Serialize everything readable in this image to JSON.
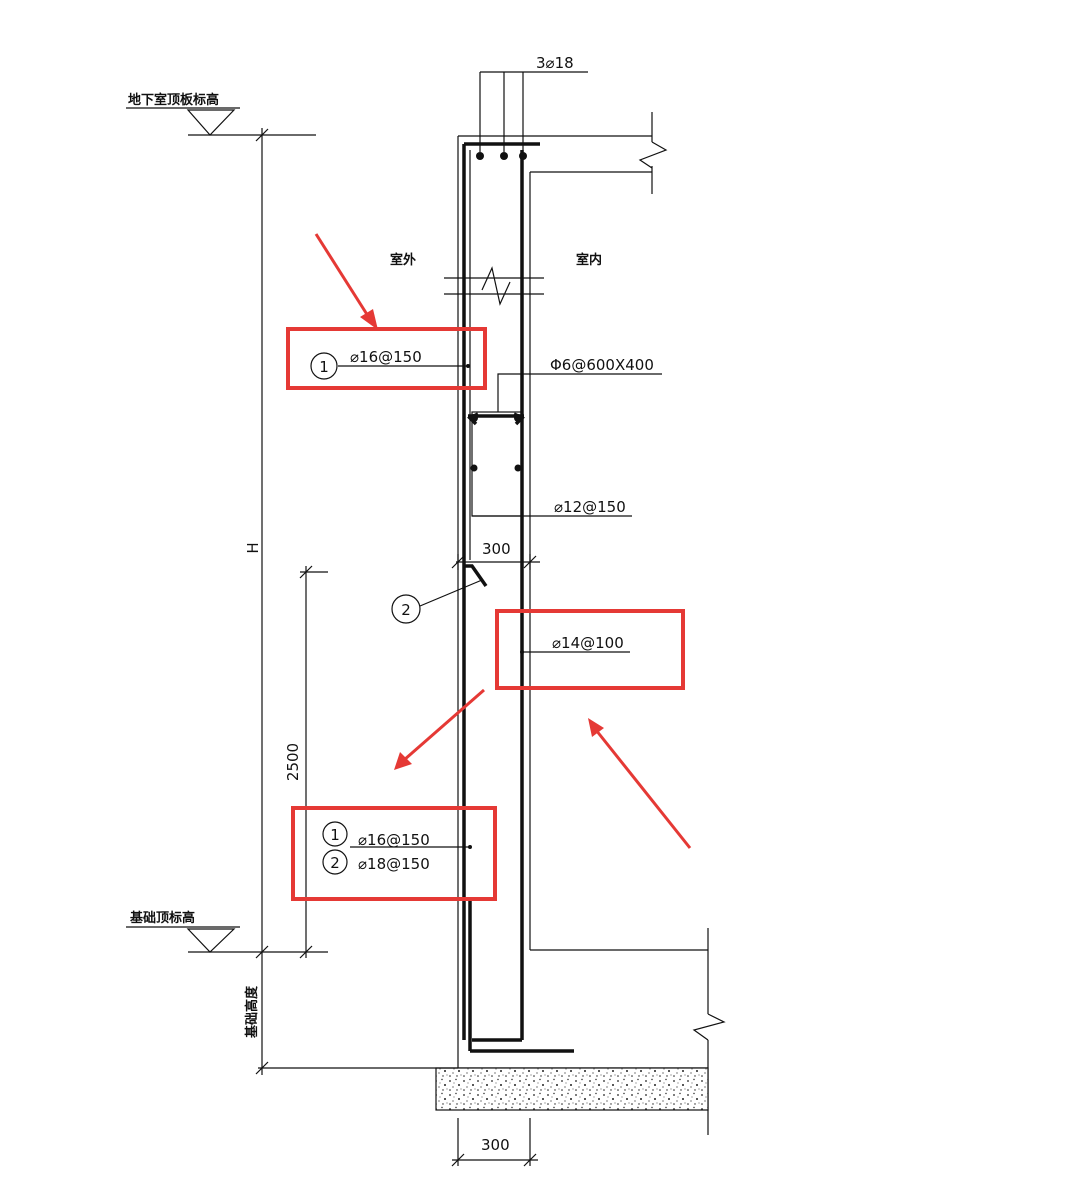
{
  "labels": {
    "top_bars": "3⌀18",
    "basement_roof_elevation": "地下室顶板标高",
    "outside": "室外",
    "inside": "室内",
    "rebar_1_upper": "⌀16@150",
    "tie_beam_stirrup": "Φ6@600X400",
    "beam_bars": "⌀12@150",
    "wall_thickness_mid": "300",
    "inner_rebar": "⌀14@100",
    "rebar_1_lower": "⌀16@150",
    "rebar_2_lower": "⌀18@150",
    "foundation_top_elevation": "基础顶标高",
    "foundation_height": "基础高度",
    "dim_H": "H",
    "dim_2500": "2500",
    "wall_thickness_bottom": "300"
  },
  "markers": {
    "m1_upper": "1",
    "m2_mid": "2",
    "m1_lower": "1",
    "m2_lower": "2"
  },
  "colors": {
    "highlight": "#e53935",
    "line": "#111111"
  }
}
